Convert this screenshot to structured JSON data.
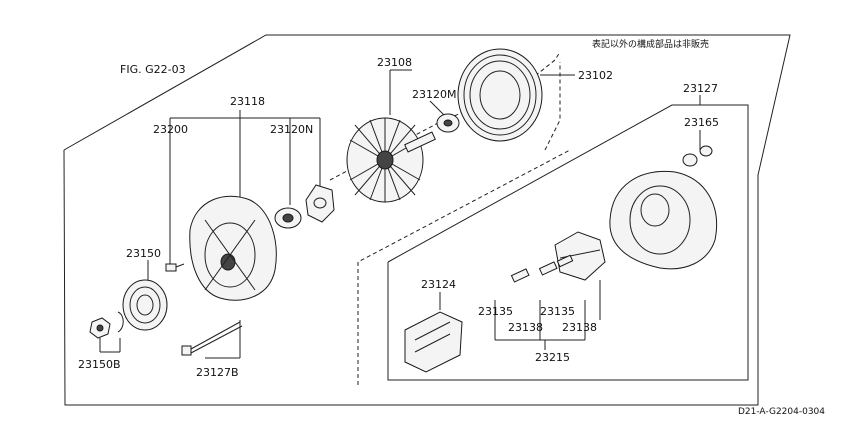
{
  "diagram": {
    "figure_label": "FIG. G22-03",
    "note_text": "表記以外の構成部品は非販売",
    "drawing_code": "D21-A-G2204-0304",
    "parts": {
      "p23108": "23108",
      "p23120M": "23120M",
      "p23102": "23102",
      "p23118": "23118",
      "p23200": "23200",
      "p23120N": "23120N",
      "p23127": "23127",
      "p23165": "23165",
      "p23150": "23150",
      "p23150B": "23150B",
      "p23127B": "23127B",
      "p23124": "23124",
      "p23135a": "23135",
      "p23135b": "23135",
      "p23138a": "23138",
      "p23138b": "23138",
      "p23215": "23215"
    }
  }
}
